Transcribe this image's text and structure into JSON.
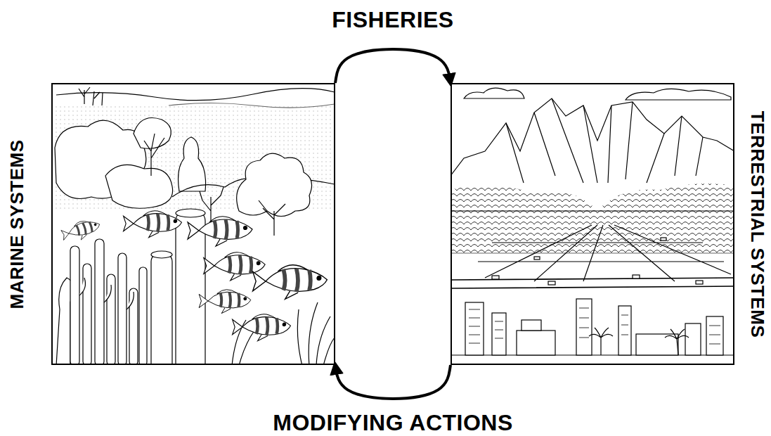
{
  "diagram": {
    "nodes": [
      {
        "text": [
          "MARINE SYSTEMS"
        ]
      },
      {
        "text": [
          "TERRESTRIAL SYSTEMS"
        ]
      }
    ],
    "edges": [
      {
        "from": 0,
        "to": 1,
        "arrow": "to",
        "label": "FISHERIES"
      },
      {
        "from": 1,
        "to": 0,
        "arrow": "to",
        "label": "MODIFYING ACTIONS"
      }
    ]
  }
}
